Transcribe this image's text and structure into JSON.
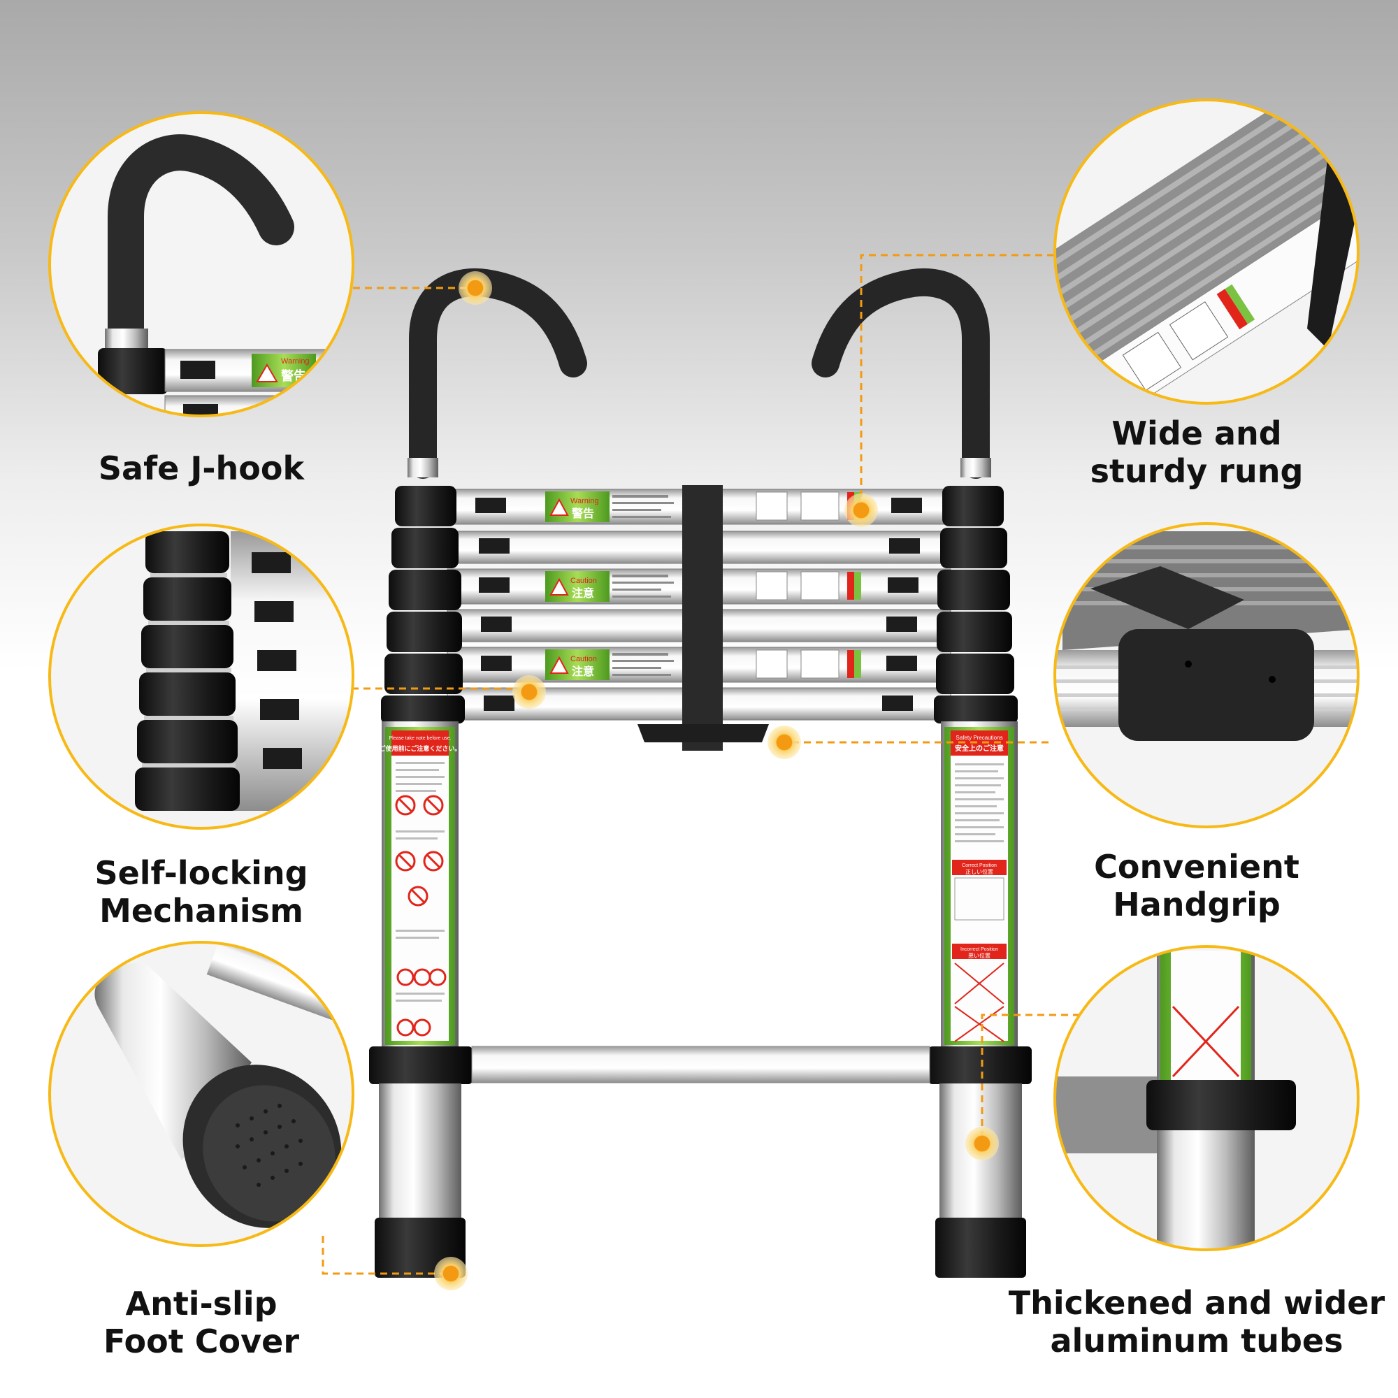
{
  "colors": {
    "accent": "#F7B916",
    "callout_dot": "#F39A12",
    "leader_line": "#F39A12",
    "label_text": "#111111",
    "background_top": "#A9A9A9",
    "background_bottom": "#FFFFFF",
    "warning_green": "#7CC242",
    "warning_red": "#E1251B"
  },
  "features": [
    {
      "id": "safe-j-hook",
      "lines": [
        "Safe J-hook"
      ],
      "icon": "j-hook-closeup"
    },
    {
      "id": "self-locking-mechanism",
      "lines": [
        "Self-locking",
        "Mechanism"
      ],
      "icon": "lock-collar-closeup"
    },
    {
      "id": "anti-slip-foot-cover",
      "lines": [
        "Anti-slip",
        "Foot Cover"
      ],
      "icon": "rubber-foot-closeup"
    },
    {
      "id": "wide-sturdy-rung",
      "lines": [
        "Wide and",
        "sturdy rung"
      ],
      "icon": "rung-closeup"
    },
    {
      "id": "convenient-handgrip",
      "lines": [
        "Convenient",
        "Handgrip"
      ],
      "icon": "handgrip-closeup"
    },
    {
      "id": "thick-aluminum-tubes",
      "lines": [
        "Thickened and wider",
        "aluminum tubes"
      ],
      "icon": "tube-closeup"
    }
  ],
  "stickers": {
    "warning_en": "Warning",
    "warning_jp": "警告",
    "caution_en": "Caution",
    "caution_jp": "注意",
    "left_header_en": "Please take note before use.",
    "left_header_jp": "ご使用前にご注意ください。",
    "right_header_en": "Safety Precautions",
    "right_header_jp": "安全上のご注意",
    "correct_en": "Correct Position",
    "correct_jp": "正しい位置",
    "incorrect_en": "Incorrect Position",
    "incorrect_jp": "悪い位置"
  }
}
